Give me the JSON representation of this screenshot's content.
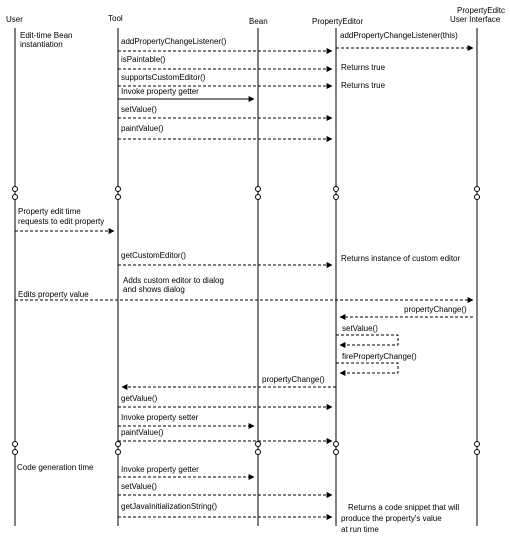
{
  "participants": [
    {
      "id": "user",
      "title": "User"
    },
    {
      "id": "tool",
      "title": "Tool"
    },
    {
      "id": "bean",
      "title": "Bean"
    },
    {
      "id": "editor",
      "title": "PropertyEditor"
    },
    {
      "id": "ui",
      "title_lines": [
        "PropertyEditc",
        "User Interface"
      ]
    }
  ],
  "notes": {
    "edit_time": [
      "Edit-time Bean",
      "instantiation"
    ],
    "returns_true_1": "Returns true",
    "returns_true_2": "Returns true",
    "returns_instance": "Returns instance of custom editor",
    "adds_custom_editor": [
      "Adds custom editor to dialog",
      "and shows dialog"
    ],
    "code_generation": "Code generation time",
    "returns_snippet": [
      "Returns a code snippet that will",
      "produce the property's value",
      "at run time"
    ]
  },
  "messages": [
    {
      "label": "addPropertyChangeListener()"
    },
    {
      "label": "addPropertyChangeListener(this)"
    },
    {
      "label": "isPaintable()"
    },
    {
      "label": "supportsCustomEditor()"
    },
    {
      "label": "Invoke property getter"
    },
    {
      "label": "setValue()"
    },
    {
      "label": "paintValue()"
    },
    {
      "label": "Property edit time requests to edit property",
      "lines": [
        "Property edit time",
        "requests to edit property"
      ]
    },
    {
      "label": "getCustomEditor()"
    },
    {
      "label": "Edits property value"
    },
    {
      "label": "propertyChange()"
    },
    {
      "label": "setValue()"
    },
    {
      "label": "firePropertyChange()"
    },
    {
      "label": "propertyChange()"
    },
    {
      "label": "getValue()"
    },
    {
      "label": "Invoke property setter"
    },
    {
      "label": "paintValue()"
    },
    {
      "label": "Invoke property getter"
    },
    {
      "label": "setValue()"
    },
    {
      "label": "getJavaInitializationString()"
    }
  ]
}
